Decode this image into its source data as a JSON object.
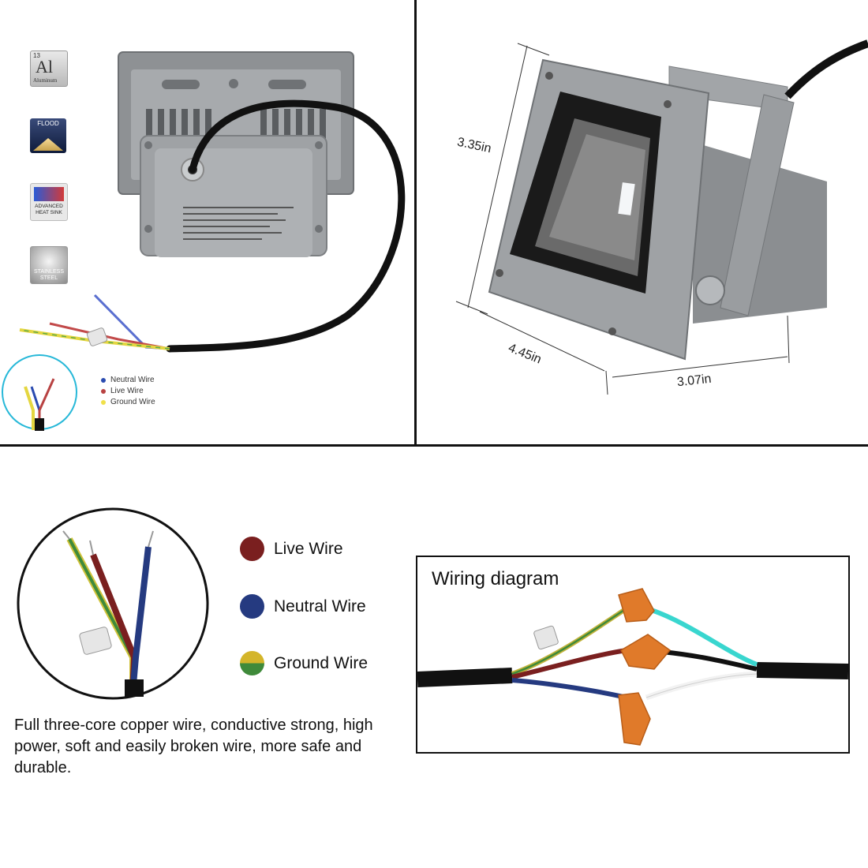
{
  "badges": {
    "aluminum": {
      "number": "13",
      "symbol": "Al",
      "name": "Aluminum"
    },
    "flood": {
      "label": "FLOOD"
    },
    "heat_sink": {
      "label": "ADVANCED HEAT SINK"
    },
    "stainless": {
      "label": "STAINLESS STEEL"
    }
  },
  "mini_legend": [
    {
      "label": "Neutral Wire",
      "color": "#2a4bb0"
    },
    {
      "label": "Live Wire",
      "color": "#b84242"
    },
    {
      "label": "Ground Wire",
      "color": "#f0e04a"
    }
  ],
  "dimensions": {
    "height": "3.35in",
    "depth": "4.45in",
    "width": "3.07in"
  },
  "wire_legend": [
    {
      "label": "Live Wire",
      "color": "#7a1f1f"
    },
    {
      "label": "Neutral Wire",
      "color": "#253a80"
    },
    {
      "label": "Ground Wire",
      "colors": [
        "#d4b52a",
        "#3f8a3a"
      ]
    }
  ],
  "description": "Full three-core copper wire, conductive strong, high power, soft and easily broken wire, more safe and durable.",
  "wiring_diagram": {
    "title": "Wiring diagram"
  },
  "colors": {
    "housing": "#9b9ea1",
    "cable": "#111111",
    "connector": "#e07a2a",
    "cyan_wire": "#39d6cf",
    "white_wire": "#f2f2f2"
  }
}
